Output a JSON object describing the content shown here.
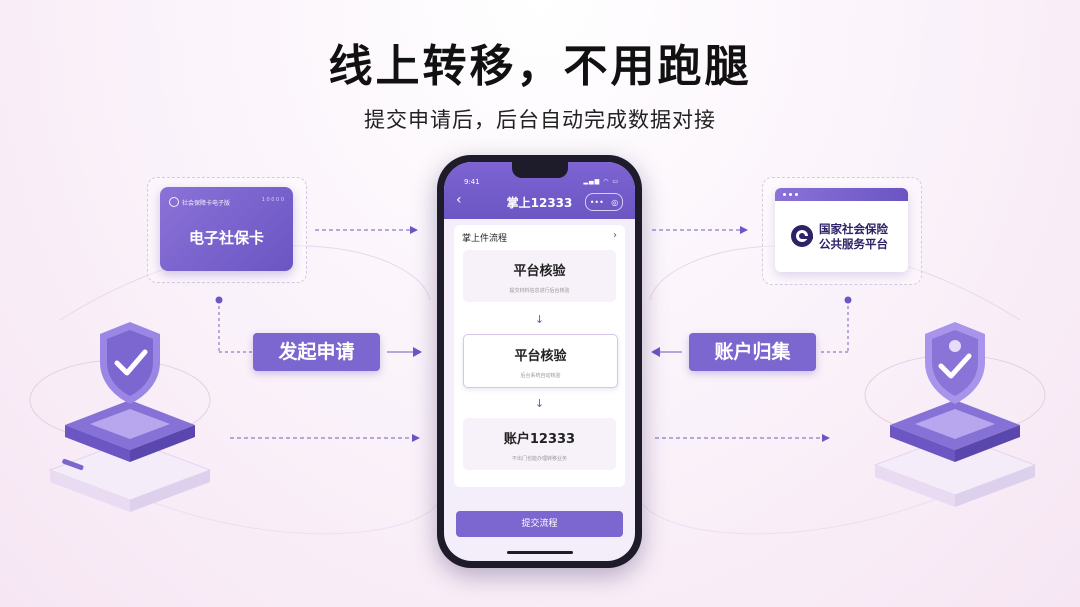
{
  "header": {
    "title": "线上转移，不用跑腿",
    "subtitle": "提交申请后，后台自动完成数据对接"
  },
  "left_card": {
    "brand": "社会保障卡电子版",
    "number": "1 0 0 0 0",
    "title": "电子社保卡"
  },
  "right_card": {
    "line1": "国家社会保险",
    "line2": "公共服务平台"
  },
  "labels": {
    "apply": "发起申请",
    "collect": "账户归集"
  },
  "phone": {
    "status_time": "9:41",
    "status_icons": "▂▄▆ ◠ ▭",
    "back": "‹",
    "app_title": "掌上12333",
    "capsule_dots": "•••",
    "capsule_target": "◎",
    "panel_title": "掌上件流程",
    "panel_arrow": "›",
    "steps": [
      {
        "title": "平台核验",
        "sub": "提交材料信息进行后台核验"
      },
      {
        "title": "平台核验",
        "sub": "后台系统自动核验"
      },
      {
        "title": "账户12333",
        "sub": "不出门也能办理转移业务"
      }
    ],
    "down_arrow": "↓",
    "submit_label": "提交流程"
  },
  "colors": {
    "accent": "#7c66cf",
    "accent_dark": "#6b56c4",
    "background": "#f6e6f3"
  }
}
